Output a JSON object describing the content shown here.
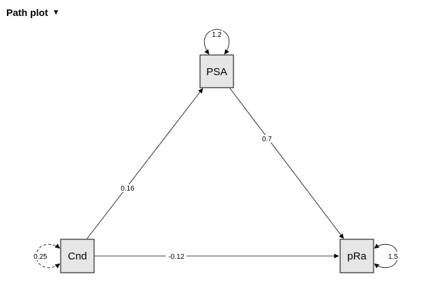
{
  "header": {
    "title": "Path plot",
    "caret_icon": "triangle-down-icon"
  },
  "diagram": {
    "nodes": {
      "psa": {
        "label": "PSA",
        "variance": "1.2"
      },
      "cnd": {
        "label": "Cnd",
        "variance": "0.25"
      },
      "pra": {
        "label": "pRa",
        "variance": "1.5"
      }
    },
    "paths": {
      "cnd_to_psa": "0.16",
      "psa_to_pra": "0.7",
      "cnd_to_pra": "-0.12"
    }
  }
}
